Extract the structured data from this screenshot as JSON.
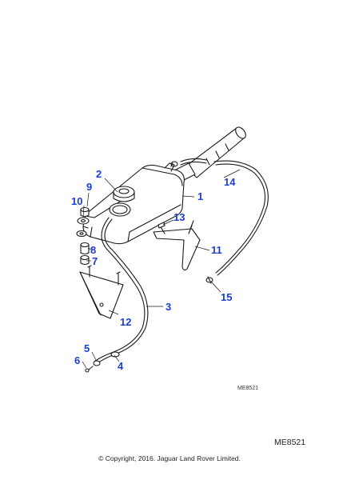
{
  "diagram": {
    "figure_ref_small": "ME8521",
    "figure_ref_large": "ME8521",
    "copyright": "© Copyright, 2016. Jaguar Land Rover Limited.",
    "callout_color": "#1a3fd6",
    "callouts": [
      {
        "id": "c1",
        "label": "1",
        "part": "washer-reservoir"
      },
      {
        "id": "c2",
        "label": "2",
        "part": "filler-cap"
      },
      {
        "id": "c3",
        "label": "3",
        "part": "washer-hose"
      },
      {
        "id": "c4",
        "label": "4",
        "part": "hose-connector"
      },
      {
        "id": "c5",
        "label": "5",
        "part": "hose-clip"
      },
      {
        "id": "c6",
        "label": "6",
        "part": "screw"
      },
      {
        "id": "c7",
        "label": "7",
        "part": "nut"
      },
      {
        "id": "c8",
        "label": "8",
        "part": "spacer"
      },
      {
        "id": "c9",
        "label": "9",
        "part": "nut"
      },
      {
        "id": "c10",
        "label": "10",
        "part": "washer"
      },
      {
        "id": "c11",
        "label": "11",
        "part": "bracket"
      },
      {
        "id": "c12",
        "label": "12",
        "part": "mounting-bracket"
      },
      {
        "id": "c13",
        "label": "13",
        "part": "screw"
      },
      {
        "id": "c14",
        "label": "14",
        "part": "hose"
      },
      {
        "id": "c15",
        "label": "15",
        "part": "clip"
      }
    ]
  }
}
